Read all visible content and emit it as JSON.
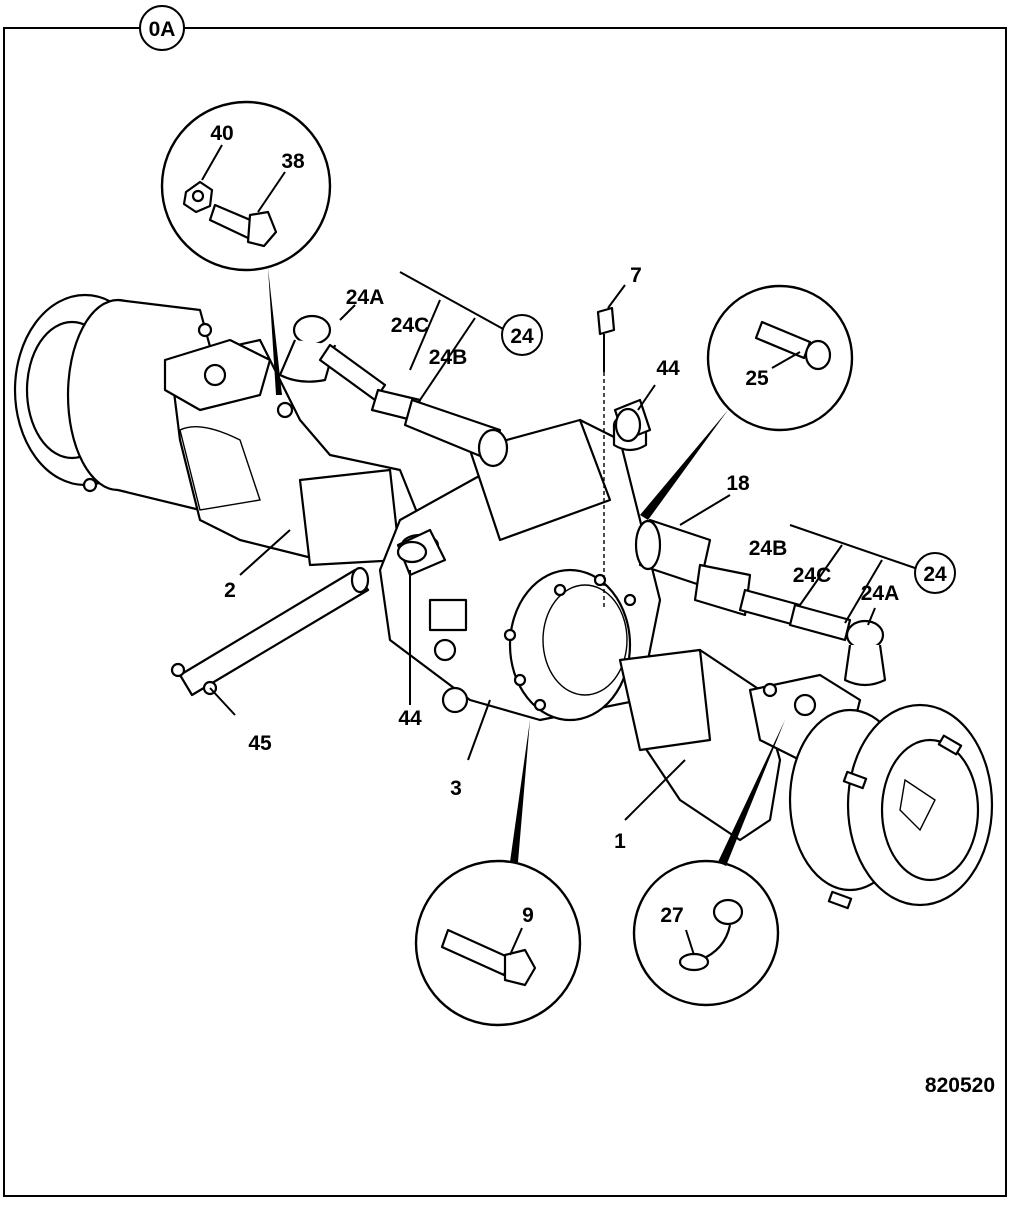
{
  "diagram": {
    "sheet_tag": "0A",
    "drawing_number": "820520",
    "callouts": {
      "c40": "40",
      "c38": "38",
      "c24A_top": "24A",
      "c24C_top": "24C",
      "c24B_top": "24B",
      "c24_top": "24",
      "c7": "7",
      "c44_top": "44",
      "c25": "25",
      "c18": "18",
      "c24B_right": "24B",
      "c24C_right": "24C",
      "c24A_right": "24A",
      "c24_right": "24",
      "c2": "2",
      "c45": "45",
      "c44_bottom": "44",
      "c3": "3",
      "c1": "1",
      "c9": "9",
      "c27": "27"
    }
  }
}
